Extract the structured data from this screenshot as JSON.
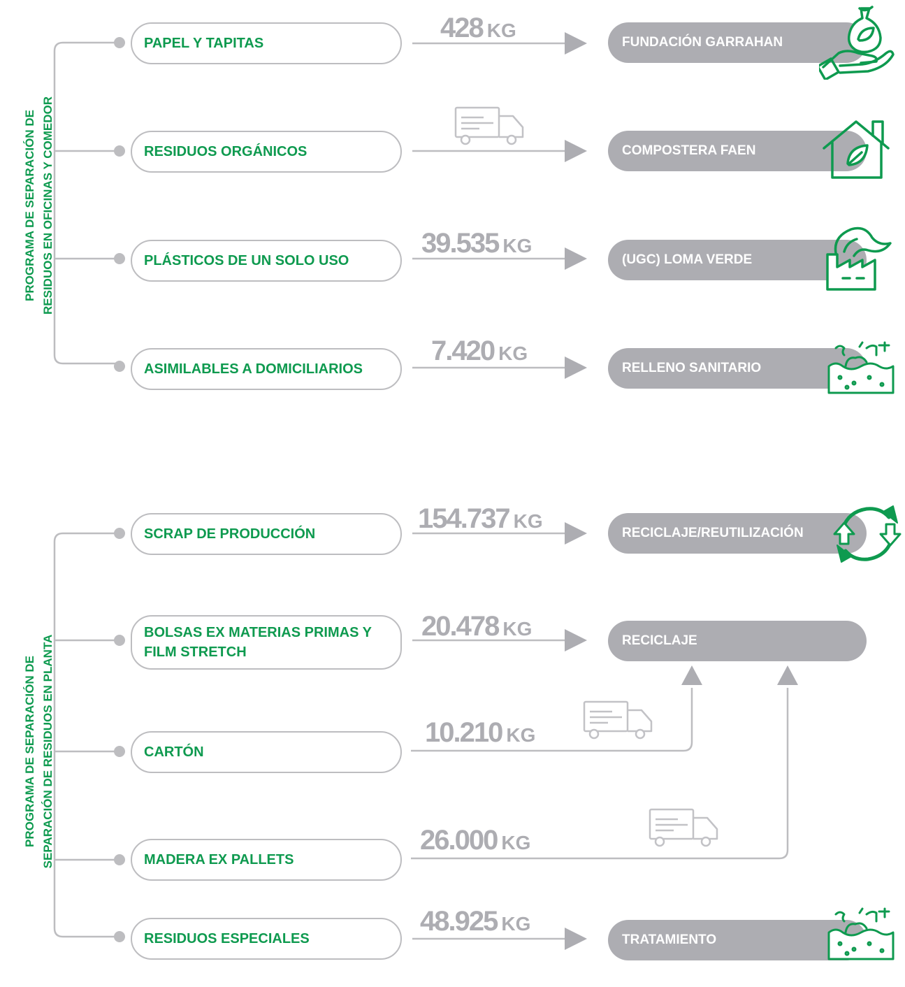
{
  "colors": {
    "green": "#0e9a4f",
    "gray": "#adadb2",
    "line": "#bdbdc0"
  },
  "section1": {
    "label_line1": "PROGRAMA DE SEPARACIÓN DE",
    "label_line2": "RESIDUOS EN OFICINAS Y COMEDOR",
    "rows": [
      {
        "source": "PAPEL Y TAPITAS",
        "amount": "428",
        "unit": "KG",
        "dest": "FUNDACIÓN GARRAHAN",
        "icon": "hand-money-bag-leaf-icon"
      },
      {
        "source": "RESIDUOS ORGÁNICOS",
        "amount": "",
        "unit": "",
        "dest": "COMPOSTERA FAEN",
        "icon": "house-leaf-icon",
        "mid_icon": "truck-icon"
      },
      {
        "source": "PLÁSTICOS DE UN SOLO USO",
        "amount": "39.535",
        "unit": "KG",
        "dest": "(UGC) LOMA VERDE",
        "icon": "factory-leaf-icon"
      },
      {
        "source": "ASIMILABLES A DOMICILIARIOS",
        "amount": "7.420",
        "unit": "KG",
        "dest": "RELLENO SANITARIO",
        "icon": "landfill-icon"
      }
    ]
  },
  "section2": {
    "label_line1": "PROGRAMA DE SEPARACIÓN DE",
    "label_line2": "SEPARACIÓN DE RESIDUOS EN PLANTA",
    "rows": [
      {
        "source": "SCRAP DE PRODUCCIÓN",
        "amount": "154.737",
        "unit": "KG",
        "dest": "RECICLAJE/REUTILIZACIÓN",
        "icon": "recycle-arrows-icon"
      },
      {
        "source": "BOLSAS EX MATERIAS PRIMAS Y FILM STRETCH",
        "amount": "20.478",
        "unit": "KG",
        "dest": "RECICLAJE"
      },
      {
        "source": "CARTÓN",
        "amount": "10.210",
        "unit": "KG",
        "mid_icon": "truck-icon"
      },
      {
        "source": "MADERA EX PALLETS",
        "amount": "26.000",
        "unit": "KG",
        "mid_icon": "truck-icon"
      },
      {
        "source": "RESIDUOS ESPECIALES",
        "amount": "48.925",
        "unit": "KG",
        "dest": "TRATAMIENTO",
        "icon": "landfill-icon"
      }
    ]
  }
}
